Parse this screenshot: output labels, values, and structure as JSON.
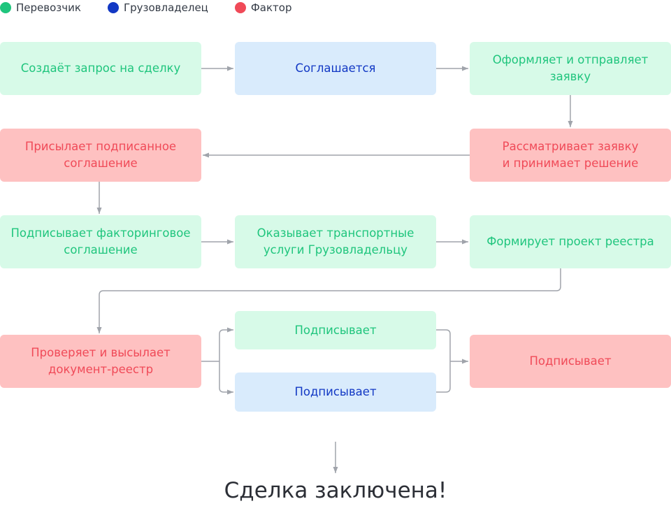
{
  "legend": [
    {
      "label": "Перевозчик",
      "color": "#1fc57d"
    },
    {
      "label": "Грузовладелец",
      "color": "#1238c4"
    },
    {
      "label": "Фактор",
      "color": "#f04a58"
    }
  ],
  "steps": {
    "s1": {
      "text": "Создаёт запрос на сделку",
      "role": "carrier"
    },
    "s2": {
      "text": "Соглашается",
      "role": "shipper"
    },
    "s3": {
      "text": "Оформляет и отправляет\nзаявку",
      "role": "carrier"
    },
    "s4": {
      "text": "Рассматривает заявку\nи принимает решение",
      "role": "factor"
    },
    "s5": {
      "text": "Присылает подписанное\nсоглашение",
      "role": "factor"
    },
    "s6": {
      "text": "Подписывает факторинговое\nсоглашение",
      "role": "carrier"
    },
    "s7": {
      "text": "Оказывает транспортные\nуслуги Грузовладельцу",
      "role": "carrier"
    },
    "s8": {
      "text": "Формирует проект реестра",
      "role": "carrier"
    },
    "s9": {
      "text": "Проверяет и высылает\nдокумент-реестр",
      "role": "factor"
    },
    "s10": {
      "text": "Подписывает",
      "role": "carrier"
    },
    "s11": {
      "text": "Подписывает",
      "role": "shipper"
    },
    "s12": {
      "text": "Подписывает",
      "role": "factor"
    }
  },
  "final_text": "Сделка заключена!",
  "colors": {
    "connector": "#a0a4ab"
  }
}
